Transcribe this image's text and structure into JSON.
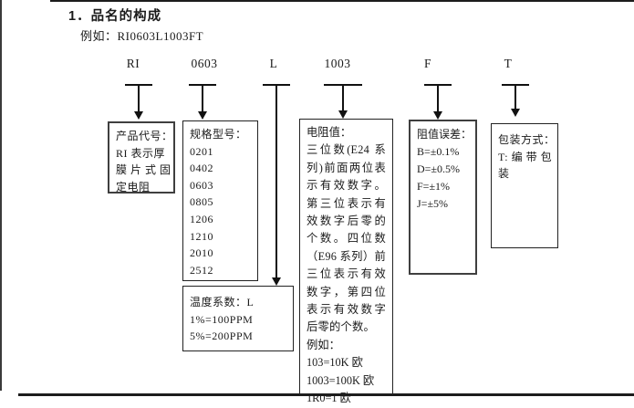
{
  "page": {
    "title": "1．品名的构成",
    "example": "例如：RI0603L1003FT"
  },
  "codes": [
    {
      "id": "product-code",
      "label": "RI"
    },
    {
      "id": "spec-model",
      "label": "0603"
    },
    {
      "id": "temp-coefficient",
      "label": "L"
    },
    {
      "id": "resistance-value",
      "label": "1003"
    },
    {
      "id": "tolerance",
      "label": "F"
    },
    {
      "id": "packaging",
      "label": "T"
    }
  ],
  "boxes": {
    "product_code": {
      "lines": [
        "产品代号：",
        "RI 表示厚",
        "膜 片 式 固",
        "定电阻"
      ]
    },
    "spec_model": {
      "lines": [
        "规格型号：",
        "0201",
        "0402",
        "0603",
        "0805",
        "1206",
        "1210",
        "2010",
        "2512"
      ]
    },
    "temp_coefficient": {
      "lines": [
        "温度系数：L",
        "1%=100PPM",
        "5%=200PPM"
      ]
    },
    "resistance_value": {
      "title_line": "电阻值：",
      "body": "三位数(E24 系列)前面两位表示有效数字。第三位表示有效数字后零的个数。四位数（E96 系列）前三位表示有效数字，第四位表示有效数字后零的个数。",
      "example_label": "例如：",
      "examples": [
        "103=10K 欧",
        "1003=100K 欧",
        "1R0=1 欧"
      ]
    },
    "tolerance": {
      "lines": [
        "阻值误差：",
        "B=±0.1%",
        "D=±0.5%",
        "F=±1%",
        "J=±5%"
      ]
    },
    "packaging": {
      "lines": [
        "包装方式：",
        "T: 编 带 包",
        "装"
      ]
    }
  }
}
